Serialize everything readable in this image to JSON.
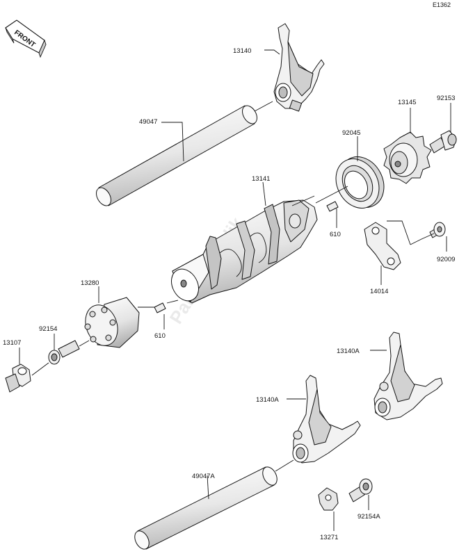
{
  "diagram_code": "E1362",
  "front_marker": "FRONT",
  "watermark": "PartsRepublik",
  "colors": {
    "part_light": "#f4f4f4",
    "part_mid": "#dcdcdc",
    "part_dark": "#a8a8a8",
    "line": "#111111"
  },
  "labels": {
    "p13140": "13140",
    "p49047": "49047",
    "p13145": "13145",
    "p92153": "92153",
    "p92045": "92045",
    "p13141": "13141",
    "p610a": "610",
    "p610b": "610",
    "p14014": "14014",
    "p92009": "92009",
    "p13280": "13280",
    "p92154": "92154",
    "p13107": "13107",
    "p13140A_1": "13140A",
    "p13140A_2": "13140A",
    "p49047A": "49047A",
    "p13271": "13271",
    "p92154A": "92154A"
  }
}
